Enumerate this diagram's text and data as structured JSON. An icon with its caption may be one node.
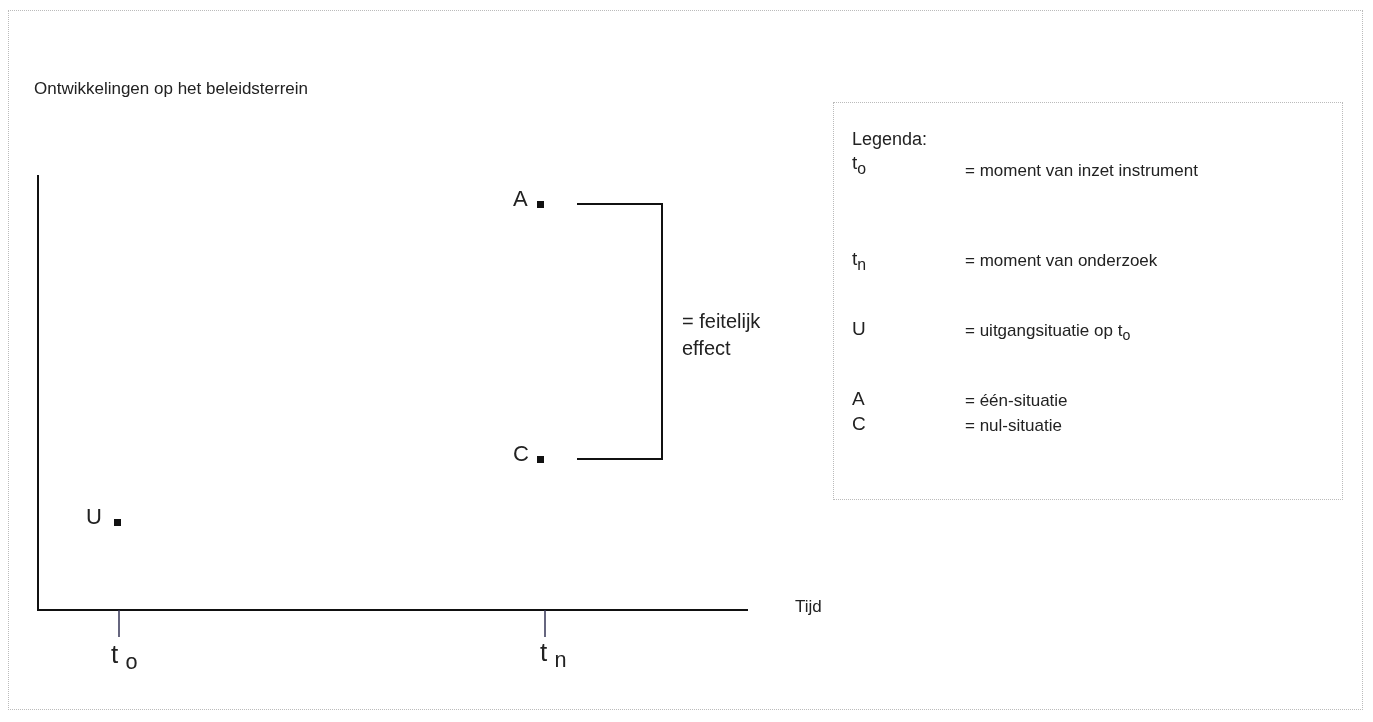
{
  "diagram": {
    "labels": [
      "Ontwikkelingen op het beleidsterrein",
      "A",
      "= feitelijk effect",
      "C",
      "U",
      "Tijd",
      "t $_{o}$",
      "t $_{n}$",
      "Legenda:",
      "t$_{o}$",
      "= moment van inzet instrument",
      "t$_{n}$",
      "= moment van onderzoek",
      "U",
      "= uitgangsituatie op t$_{o}$",
      "A",
      "= één-situatie",
      "C",
      "= nul-situatie"
    ]
  }
}
